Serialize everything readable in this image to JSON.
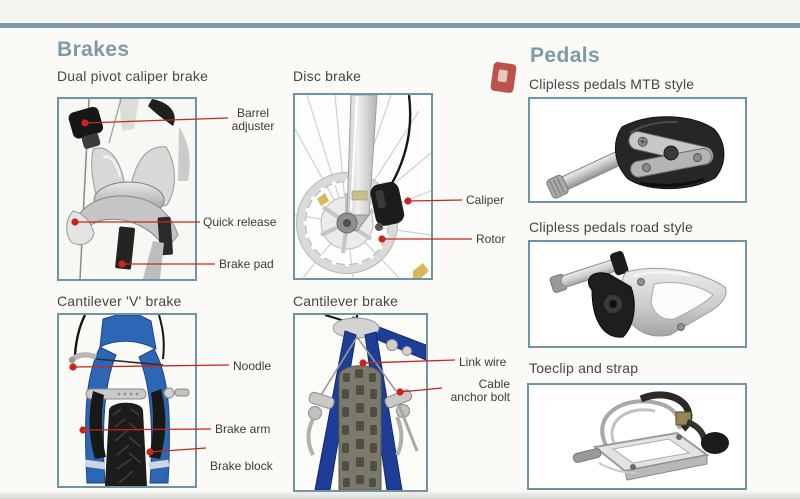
{
  "page": {
    "accent_color": "#7e9aa9",
    "top_bar_color": "#7d99aa",
    "frame_color": "#6e95a5",
    "leader_color": "#c9251d"
  },
  "brakes": {
    "heading": "Brakes",
    "figures": [
      {
        "title": "Dual pivot caliper brake",
        "annotations": [
          "Barrel adjuster",
          "Quick release",
          "Brake pad"
        ]
      },
      {
        "title": "Disc brake",
        "annotations": [
          "Caliper",
          "Rotor"
        ]
      },
      {
        "title": "Cantilever 'V' brake",
        "annotations": [
          "Noodle",
          "Brake arm",
          "Brake block"
        ]
      },
      {
        "title": "Cantilever brake",
        "annotations": [
          "Link wire",
          "Cable anchor bolt"
        ]
      }
    ]
  },
  "pedals": {
    "heading": "Pedals",
    "figures": [
      {
        "title": "Clipless pedals MTB style"
      },
      {
        "title": "Clipless pedals road style"
      },
      {
        "title": "Toeclip and strap"
      }
    ]
  }
}
